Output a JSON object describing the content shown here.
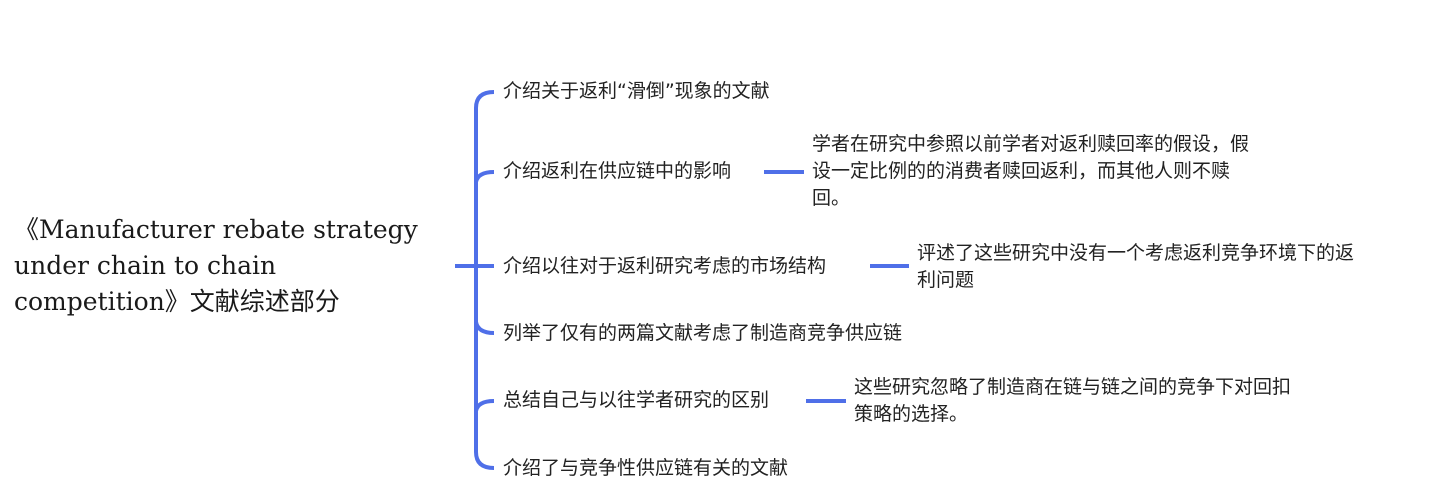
{
  "root": {
    "title": "《Manufacturer rebate strategy under chain to chain competition》文献综述部分"
  },
  "colors": {
    "connector": "#4f6fe8",
    "text": "#222222",
    "background": "#ffffff"
  },
  "branches": [
    {
      "label": "介绍关于返利“滑倒”现象的文献"
    },
    {
      "label": "介绍返利在供应链中的影响",
      "detail": "学者在研究中参照以前学者对返利赎回率的假设，假设一定比例的的消费者赎回返利，而其他人则不赎回。"
    },
    {
      "label": "介绍以往对于返利研究考虑的市场结构",
      "detail": "评述了这些研究中没有一个考虑返利竞争环境下的返利问题"
    },
    {
      "label": "列举了仅有的两篇文献考虑了制造商竞争供应链"
    },
    {
      "label": "总结自己与以往学者研究的区别",
      "detail": "这些研究忽略了制造商在链与链之间的竞争下对回扣策略的选择。"
    },
    {
      "label": "介绍了与竞争性供应链有关的文献"
    }
  ]
}
